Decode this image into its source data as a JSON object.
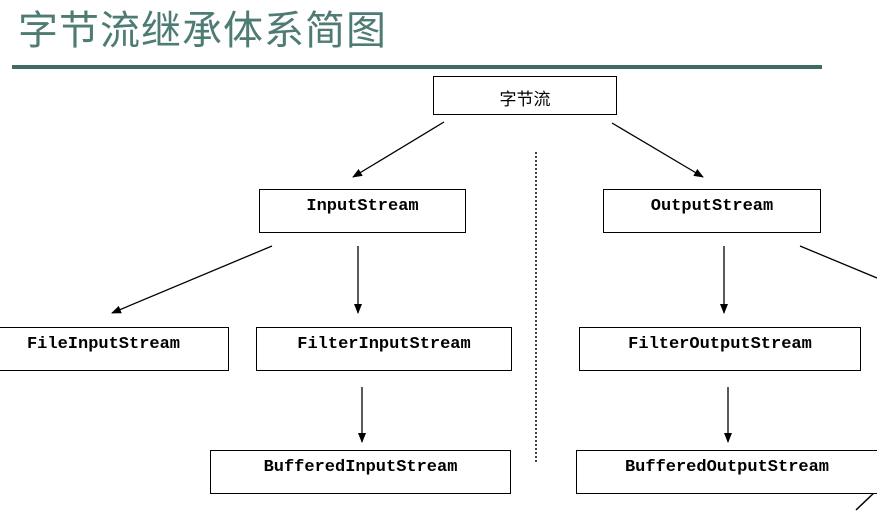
{
  "slide": {
    "title": "字节流继承体系简图"
  },
  "diagram": {
    "root": "字节流",
    "input": {
      "base": "InputStream",
      "file": "FileInputStream",
      "filter": "FilterInputStream",
      "buffered": "BufferedInputStream"
    },
    "output": {
      "base": "OutputStream",
      "filter": "FilterOutputStream",
      "buffered": "BufferedOutputStream"
    },
    "edges": [
      {
        "from": "root",
        "to": "input.base"
      },
      {
        "from": "root",
        "to": "output.base"
      },
      {
        "from": "input.base",
        "to": "input.file"
      },
      {
        "from": "input.base",
        "to": "input.filter"
      },
      {
        "from": "input.filter",
        "to": "input.buffered"
      },
      {
        "from": "output.base",
        "to": "output.filter"
      },
      {
        "from": "output.filter",
        "to": "output.buffered"
      }
    ],
    "colors": {
      "title": "#4e7b74",
      "rule": "#3f6b62",
      "line": "#000000"
    }
  }
}
